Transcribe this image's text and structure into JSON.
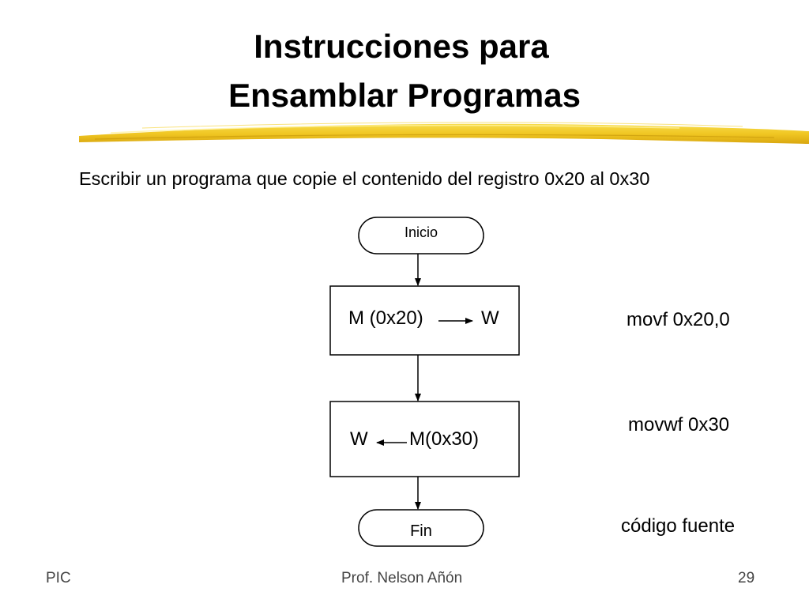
{
  "slide": {
    "title_line1": "Instrucciones para",
    "title_line2": "Ensamblar Programas",
    "subtitle": "Escribir un programa que copie el contenido del registro 0x20 al 0x30"
  },
  "flowchart": {
    "start_label": "Inicio",
    "step1_left": "M (0x20)",
    "step1_right": "W",
    "step2_left": "W",
    "step2_right": "M(0x30)",
    "end_label": "Fin"
  },
  "code": {
    "line1": "movf 0x20,0",
    "line2": "movwf 0x30",
    "caption": "código fuente"
  },
  "footer": {
    "left": "PIC",
    "center": "Prof. Nelson Añón",
    "page_number": "29"
  },
  "colors": {
    "brush_yellow": "#f2cf2a",
    "brush_dark": "#d9a710",
    "line": "#000000"
  }
}
